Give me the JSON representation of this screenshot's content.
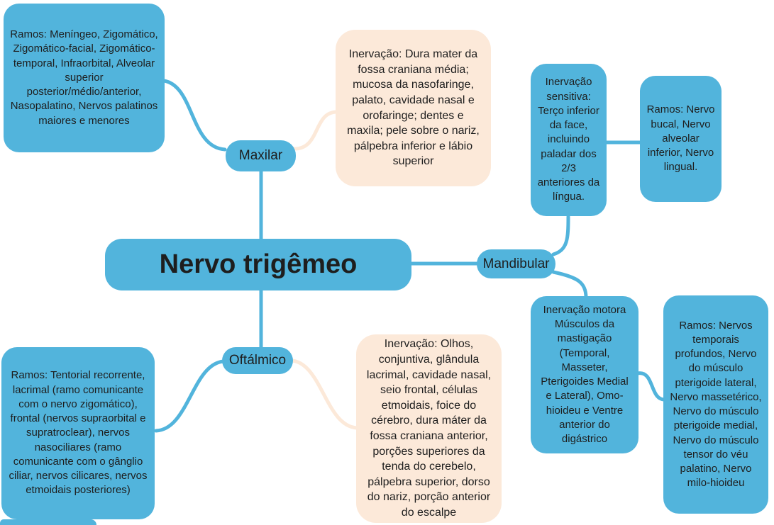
{
  "diagram": {
    "title": "Nervo trigêmeo",
    "colors": {
      "node_blue": "#52b4dc",
      "box_cream": "#fce9d9",
      "text": "#1e1e1e",
      "background": "#ffffff"
    },
    "branches": {
      "maxilar": {
        "label": "Maxilar",
        "ramos": "Ramos: Meníngeo, Zigomático, Zigomático-facial, Zigomático-temporal, Infraorbital, Alveolar superior posterior/médio/anterior, Nasopalatino, Nervos palatinos maiores e menores",
        "inervacao": "Inervação: Dura mater da fossa craniana média; mucosa da nasofaringe, palato, cavidade nasal e orofaringe; dentes e maxila; pele sobre o nariz, pálpebra inferior e lábio superior"
      },
      "mandibular": {
        "label": "Mandibular",
        "inervacao_sensitiva": "Inervação sensitiva: Terço inferior da face, incluindo paladar dos 2/3 anteriores da língua.",
        "ramos": "Ramos: Nervo bucal, Nervo alveolar inferior, Nervo lingual.",
        "inervacao_motora": "Inervação motora Músculos da mastigação (Temporal, Masseter, Pterigoides Medial e Lateral), Omo-hioideu e Ventre anterior do digástrico",
        "ramos_detalhados": "Ramos: Nervos temporais profundos, Nervo do músculo pterigoide lateral, Nervo massetérico, Nervo do músculo pterigoide medial, Nervo do músculo tensor do véu palatino, Nervo milo-hioideu"
      },
      "oftalmico": {
        "label": "Oftálmico",
        "ramos": "Ramos: Tentorial recorrente, lacrimal (ramo comunicante com o nervo zigomático), frontal (nervos supraorbital e supratroclear), nervos nasociliares (ramo comunicante com o gânglio ciliar, nervos cilicares, nervos etmoidais posteriores)",
        "inervacao": "Inervação: Olhos, conjuntiva, glândula lacrimal, cavidade nasal, seio frontal, células etmoidais, foice do cérebro, dura máter da fossa craniana anterior, porções superiores da tenda do cerebelo, pálpebra superior, dorso do nariz, porção anterior do escalpe"
      }
    }
  }
}
